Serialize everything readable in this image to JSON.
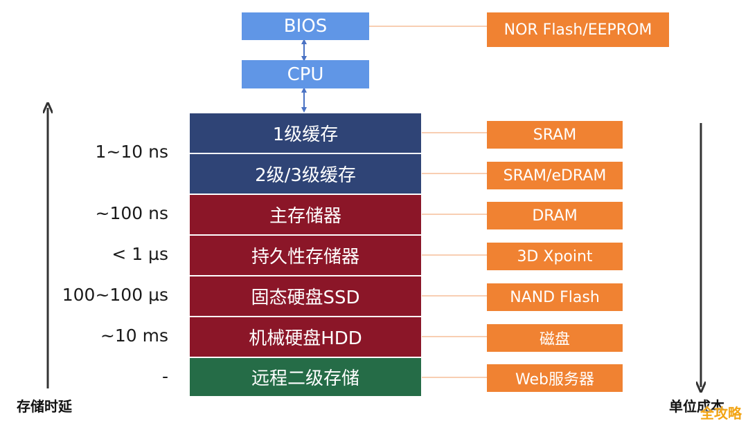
{
  "top_boxes": [
    {
      "label": "BIOS",
      "color": "#6096e6"
    },
    {
      "label": "CPU",
      "color": "#6096e6"
    }
  ],
  "top_tech": "NOR Flash/EEPROM",
  "tiers": [
    {
      "label": "1级缓存",
      "tech": "SRAM",
      "color": "#2f4476"
    },
    {
      "label": "2级/3级缓存",
      "tech": "SRAM/eDRAM",
      "color": "#2f4476"
    },
    {
      "label": "主存储器",
      "tech": "DRAM",
      "color": "#8b1628"
    },
    {
      "label": "持久性存储器",
      "tech": "3D Xpoint",
      "color": "#8b1628"
    },
    {
      "label": "固态硬盘SSD",
      "tech": "NAND Flash",
      "color": "#8b1628"
    },
    {
      "label": "机械硬盘HDD",
      "tech": "磁盘",
      "color": "#8b1628"
    },
    {
      "label": "远程二级存储",
      "tech": "Web服务器",
      "color": "#256c47"
    }
  ],
  "latencies": [
    "1~10 ns",
    "~100 ns",
    "< 1 µs",
    "100~100 µs",
    "~10 ms",
    "-"
  ],
  "axes": {
    "left_label": "存储时延",
    "right_label": "单位成本"
  },
  "watermark": "全攻略",
  "colors": {
    "tech_box": "#f08232",
    "connector_line": "#f4b183",
    "arrow_blue": "#4a72c4",
    "axis_arrow": "#333333"
  }
}
